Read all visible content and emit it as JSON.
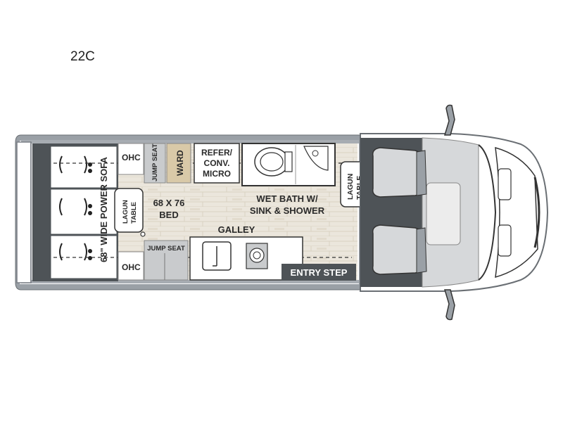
{
  "floorplan": {
    "model": "22C",
    "labels": {
      "sofa": "68\" WIDE POWER SOFA",
      "ohc_top": "OHC",
      "ohc_bottom": "OHC",
      "jump_seat_top": "JUMP SEAT",
      "jump_seat_bottom": "JUMP SEAT",
      "ward": "WARD",
      "refer_line1": "REFER/",
      "refer_line2": "CONV.",
      "refer_line3": "MICRO",
      "bed_line1": "68 X 76",
      "bed_line2": "BED",
      "lagun_left_line1": "LAGUN",
      "lagun_left_line2": "TABLE",
      "wetbath_line1": "WET BATH W/",
      "wetbath_line2": "SINK & SHOWER",
      "lagun_right_line1": "LAGUN",
      "lagun_right_line2": "TABLE",
      "galley": "GALLEY",
      "entry_step": "ENTRY STEP"
    }
  }
}
